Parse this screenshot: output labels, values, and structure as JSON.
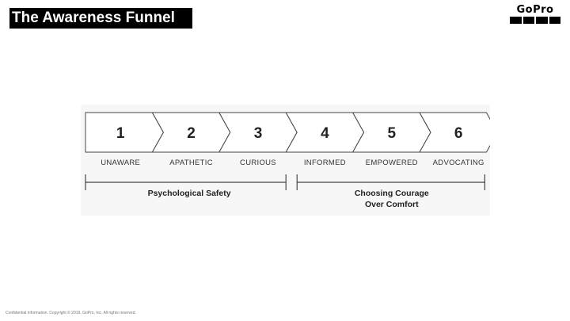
{
  "header": {
    "title": "The Awareness Funnel",
    "logo_text": "GoPro"
  },
  "diagram": {
    "stages": [
      {
        "number": "1",
        "label": "UNAWARE"
      },
      {
        "number": "2",
        "label": "APATHETIC"
      },
      {
        "number": "3",
        "label": "CURIOUS"
      },
      {
        "number": "4",
        "label": "INFORMED"
      },
      {
        "number": "5",
        "label": "EMPOWERED"
      },
      {
        "number": "6",
        "label": "ADVOCATING"
      }
    ],
    "groups": [
      {
        "lines": [
          "Psychological Safety"
        ],
        "from_stage": 1,
        "to_stage": 3
      },
      {
        "lines": [
          "Choosing Courage",
          "Over Comfort"
        ],
        "from_stage": 4,
        "to_stage": 6
      }
    ]
  },
  "footer": {
    "text": "Confidential information. Copyright © 2019, GoPro, Inc. All rights reserved."
  },
  "colors": {
    "title_bg": "#000000",
    "title_fg": "#ffffff",
    "panel_bg": "#f7f7f7",
    "stroke": "#444444"
  }
}
